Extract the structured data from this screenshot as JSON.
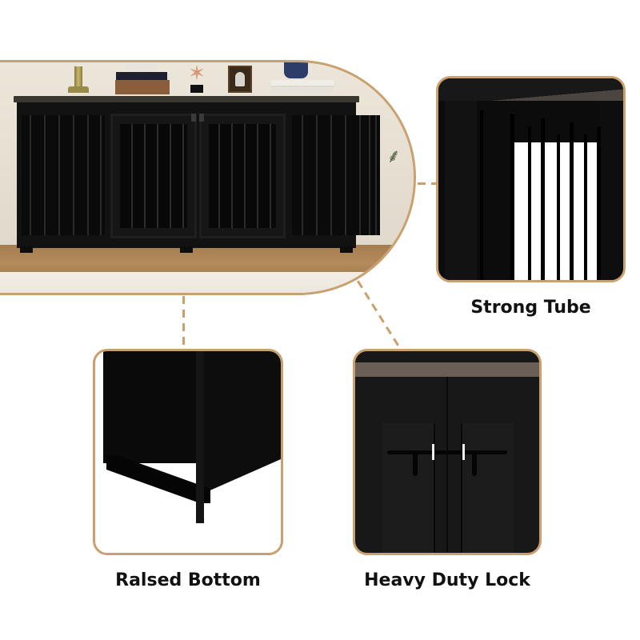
{
  "theme": {
    "accent": "#c9a06e",
    "cabinet": "#121212",
    "text": "#111111"
  },
  "hero": {
    "subject": "dog-crate-console",
    "decor": [
      "brass-candlestick",
      "wooden-box-with-books",
      "starfish-figurine",
      "framed-bust-photo",
      "blue-vase-on-books"
    ]
  },
  "features": [
    {
      "id": "strong-tube",
      "label": "Strong Tube"
    },
    {
      "id": "raised-bottom",
      "label": "Ralsed Bottom"
    },
    {
      "id": "heavy-duty-lock",
      "label": "Heavy Duty Lock"
    }
  ]
}
